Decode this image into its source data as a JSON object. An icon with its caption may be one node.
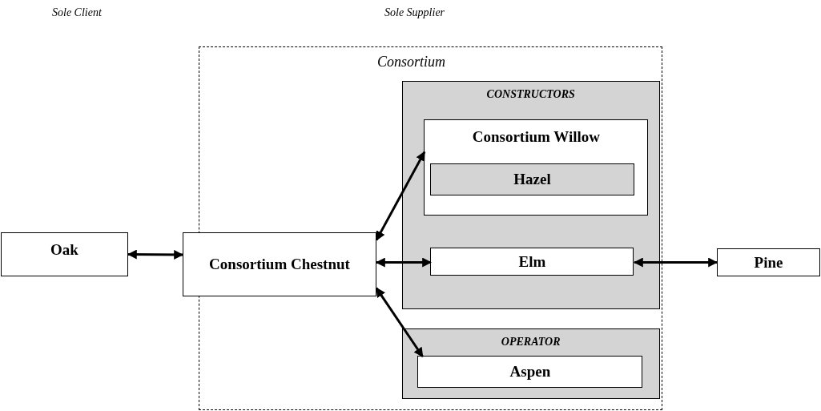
{
  "diagram": {
    "nodes": [
      {
        "text": [
          "Consortium"
        ]
      },
      {
        "text": [
          "CONSTRUCTORS"
        ],
        "in": 0
      },
      {
        "text": [
          "Consortium Willow"
        ],
        "in": 1
      },
      {
        "text": [
          "Hazel"
        ],
        "in": 2
      },
      {
        "text": [
          "Elm"
        ],
        "in": 1
      },
      {
        "text": [
          "OPERATOR"
        ],
        "in": 0
      },
      {
        "text": [
          "Aspen"
        ],
        "in": 5
      },
      {
        "text": [
          "Oak"
        ]
      },
      {
        "text": [
          "Consortium Chestnut"
        ]
      },
      {
        "text": [
          "Pine"
        ]
      }
    ],
    "edges": [
      {
        "from": 7,
        "to": 8,
        "arrow": "both"
      },
      {
        "from": 8,
        "to": 2,
        "arrow": "both"
      },
      {
        "from": 8,
        "to": 4,
        "arrow": "both"
      },
      {
        "from": 8,
        "to": 6,
        "arrow": "both"
      },
      {
        "from": 4,
        "to": 9,
        "arrow": "both"
      }
    ],
    "labels": [
      "Sole Client",
      "Sole Supplier"
    ]
  }
}
